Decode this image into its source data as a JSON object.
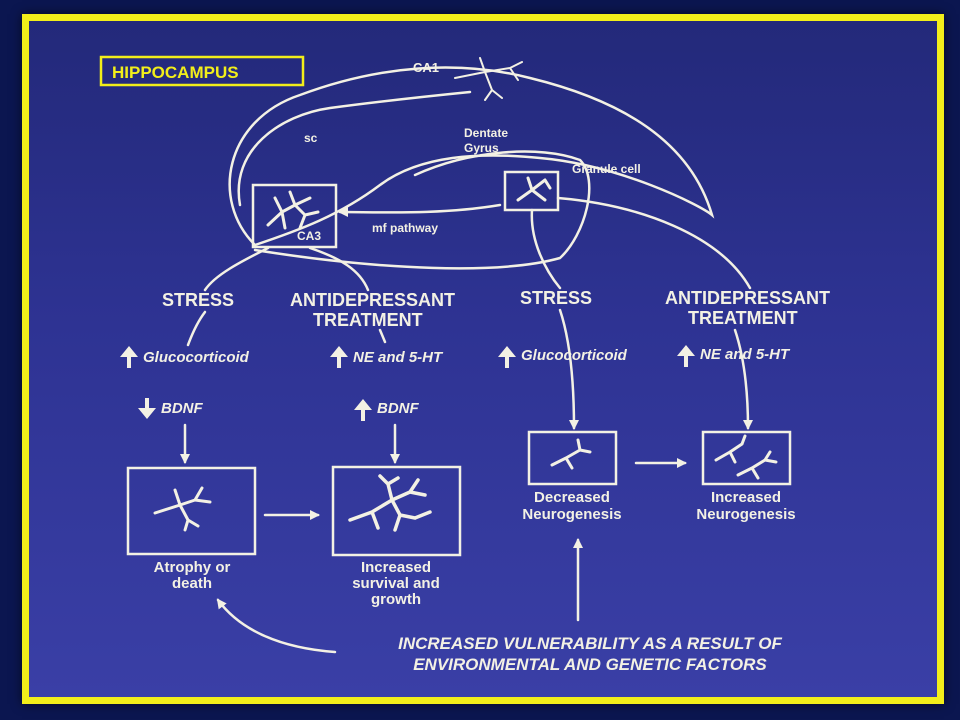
{
  "title": "HIPPOCAMPUS",
  "regions": {
    "ca1": "CA1",
    "sc": "sc",
    "dentate_gyrus": [
      "Dentate",
      "Gyrus"
    ],
    "granule_cell": "Granule cell",
    "ca3": "CA3",
    "mf_pathway": "mf pathway"
  },
  "branches": {
    "stress_left": "STRESS",
    "antidep_left": [
      "ANTIDEPRESSANT",
      "TREATMENT"
    ],
    "stress_right": "STRESS",
    "antidep_right": [
      "ANTIDEPRESSANT",
      "TREATMENT"
    ]
  },
  "factors": {
    "gluco_left": "Glucocorticoid",
    "ne_left": "NE and 5-HT",
    "gluco_right": "Glucocorticoid",
    "ne_right": "NE and 5-HT",
    "bdnf_down": "BDNF",
    "bdnf_up": "BDNF"
  },
  "outcomes": {
    "atrophy": [
      "Atrophy or",
      "death"
    ],
    "survival": [
      "Increased",
      "survival and",
      "growth"
    ],
    "decreased_neuro": [
      "Decreased",
      "Neurogenesis"
    ],
    "increased_neuro": [
      "Increased",
      "Neurogenesis"
    ]
  },
  "vulnerability": [
    "INCREASED VULNERABILITY AS A RESULT OF",
    "ENVIRONMENTAL AND GENETIC FACTORS"
  ],
  "colors": {
    "background": "#2e3393",
    "border": "#f2ee1a",
    "ink": "#f3f1e4"
  }
}
